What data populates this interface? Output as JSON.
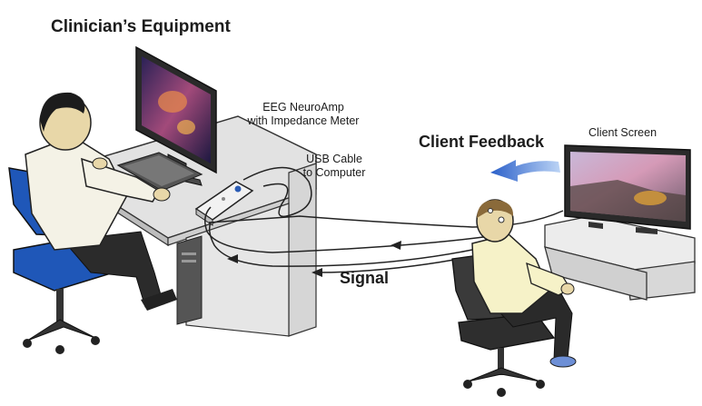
{
  "labels": {
    "clinician_title": "Clinician’s Equipment",
    "neuroamp_line1": "EEG NeuroAmp",
    "neuroamp_line2": "with Impedance Meter",
    "usb_line1": "USB Cable",
    "usb_line2": "to Computer",
    "client_screen": "Client Screen",
    "client_feedback": "Client Feedback",
    "signal": "Signal"
  },
  "colors": {
    "chair_blue": "#1f57b8",
    "shirt": "#f4f2e6",
    "client_shirt": "#f6f2c8",
    "skin": "#e8d7a8",
    "desk": "#dcdcdc",
    "feedback_arrow": "#2a5fc9"
  }
}
